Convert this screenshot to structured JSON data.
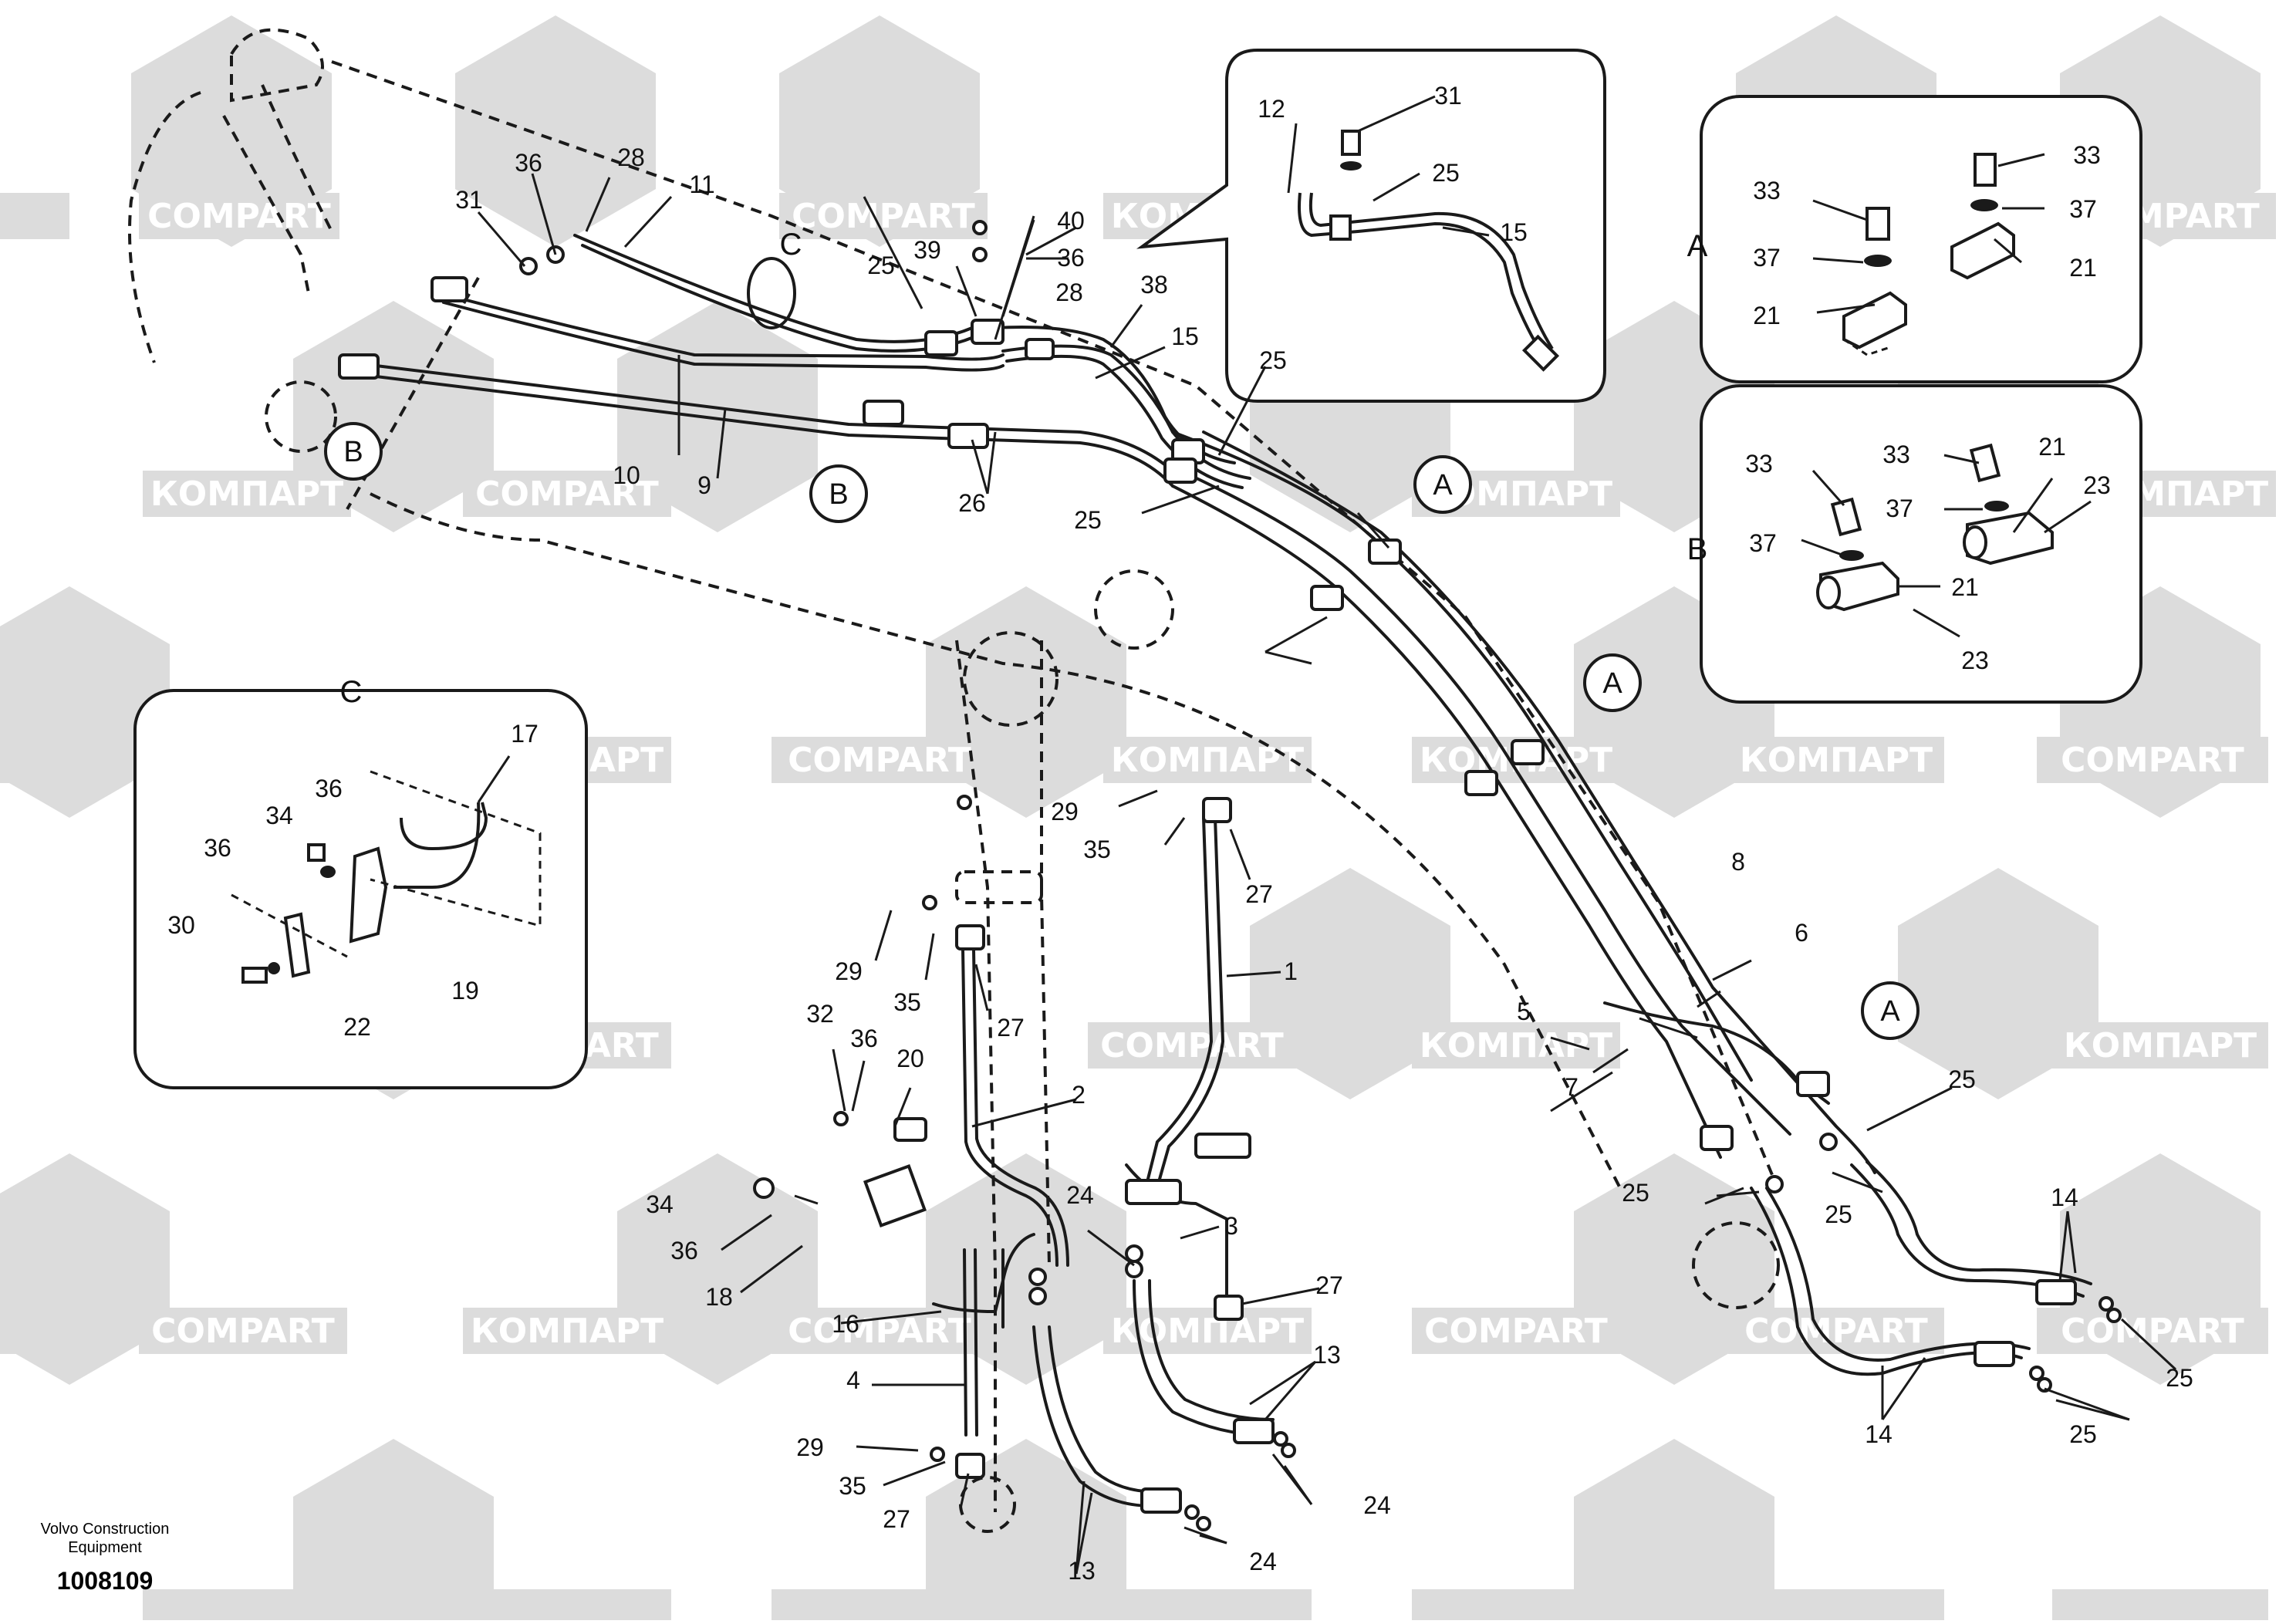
{
  "watermark": {
    "latin": "COMPART",
    "cyrillic": "КОМПАРТ"
  },
  "footer": {
    "maker_line1": "Volvo Construction",
    "maker_line2": "Equipment",
    "drawing_number": "1008109"
  },
  "detail_letters": {
    "a": "A",
    "b": "B",
    "c": "C"
  },
  "part_numbers": {
    "p1": "1",
    "p2": "2",
    "p3": "3",
    "p4": "4",
    "p5": "5",
    "p6": "6",
    "p7": "7",
    "p8": "8",
    "p9": "9",
    "p10": "10",
    "p11": "11",
    "p12": "12",
    "p13": "13",
    "p14": "14",
    "p15": "15",
    "p16": "16",
    "p17": "17",
    "p18": "18",
    "p19": "19",
    "p20": "20",
    "p21": "21",
    "p22": "22",
    "p23": "23",
    "p24": "24",
    "p25": "25",
    "p26": "26",
    "p27": "27",
    "p28": "28",
    "p29": "29",
    "p30": "30",
    "p31": "31",
    "p32": "32",
    "p33": "33",
    "p34": "34",
    "p35": "35",
    "p36": "36",
    "p37": "37",
    "p38": "38",
    "p39": "39",
    "p40": "40"
  },
  "colors": {
    "line": "#1a1a1a",
    "watermark": "#d9d9d9",
    "watermark_text": "#ffffff",
    "background": "#ffffff"
  }
}
